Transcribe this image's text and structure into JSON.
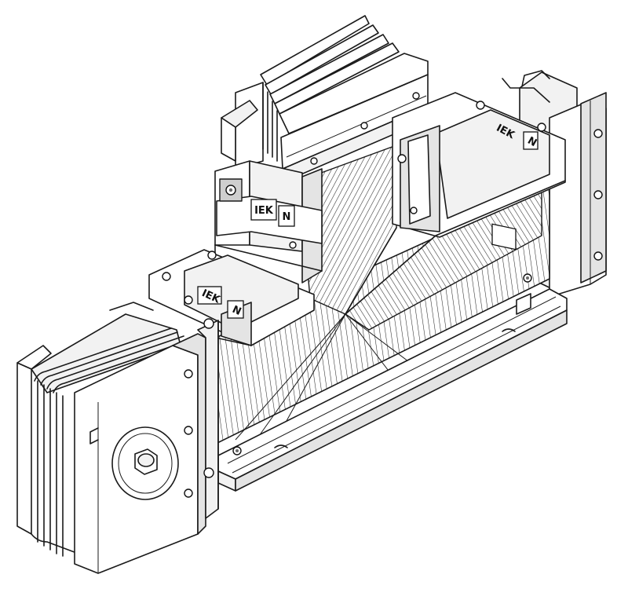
{
  "labels": {
    "brand_top": "IEK",
    "brand_left": "IEK",
    "brand_right": "IEK",
    "phase_top": "N",
    "phase_left": "N",
    "phase_right": "N"
  }
}
